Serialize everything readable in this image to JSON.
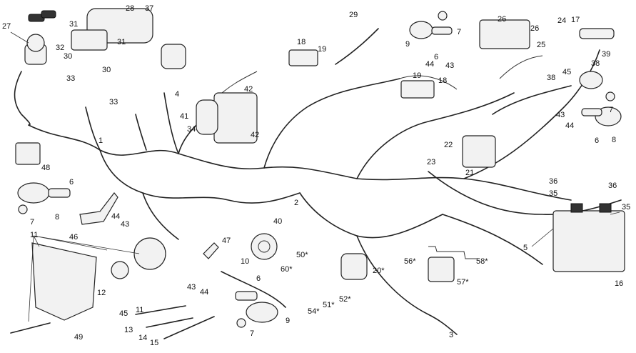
{
  "labels": {
    "l1": "1",
    "l2": "2",
    "l3": "3",
    "l4": "4",
    "l5": "5",
    "l6a": "6",
    "l6b": "6",
    "l6c": "6",
    "l6d": "6",
    "l7a": "7",
    "l7b": "7",
    "l7c": "7",
    "l7d": "7",
    "l8a": "8",
    "l8b": "8",
    "l9a": "9",
    "l9b": "9",
    "l10": "10",
    "l11a": "11",
    "l11b": "11",
    "l12": "12",
    "l13": "13",
    "l14": "14",
    "l15": "15",
    "l16": "16",
    "l17": "17",
    "l18a": "18",
    "l18b": "18",
    "l19a": "19",
    "l19b": "19",
    "l20": "20*",
    "l21": "21",
    "l22": "22",
    "l23": "23",
    "l24": "24",
    "l25": "25",
    "l26a": "26",
    "l26b": "26",
    "l27": "27",
    "l28": "28",
    "l29": "29",
    "l30a": "30",
    "l30b": "30",
    "l31a": "31",
    "l31b": "31",
    "l32": "32",
    "l33a": "33",
    "l33b": "33",
    "l34": "34",
    "l35a": "35",
    "l35b": "35",
    "l36a": "36",
    "l36b": "36",
    "l37": "37",
    "l38a": "38",
    "l38b": "38",
    "l39": "39",
    "l40": "40",
    "l41": "41",
    "l42a": "42",
    "l42b": "42",
    "l43a": "43",
    "l43b": "43",
    "l43c": "43",
    "l43d": "43",
    "l44a": "44",
    "l44b": "44",
    "l44c": "44",
    "l44d": "44",
    "l45a": "45",
    "l45b": "45",
    "l46": "46",
    "l47": "47",
    "l48": "48",
    "l49": "49",
    "l50": "50*",
    "l51": "51*",
    "l52": "52*",
    "l54": "54*",
    "l56": "56*",
    "l57": "57*",
    "l58": "58*",
    "l60": "60*"
  }
}
